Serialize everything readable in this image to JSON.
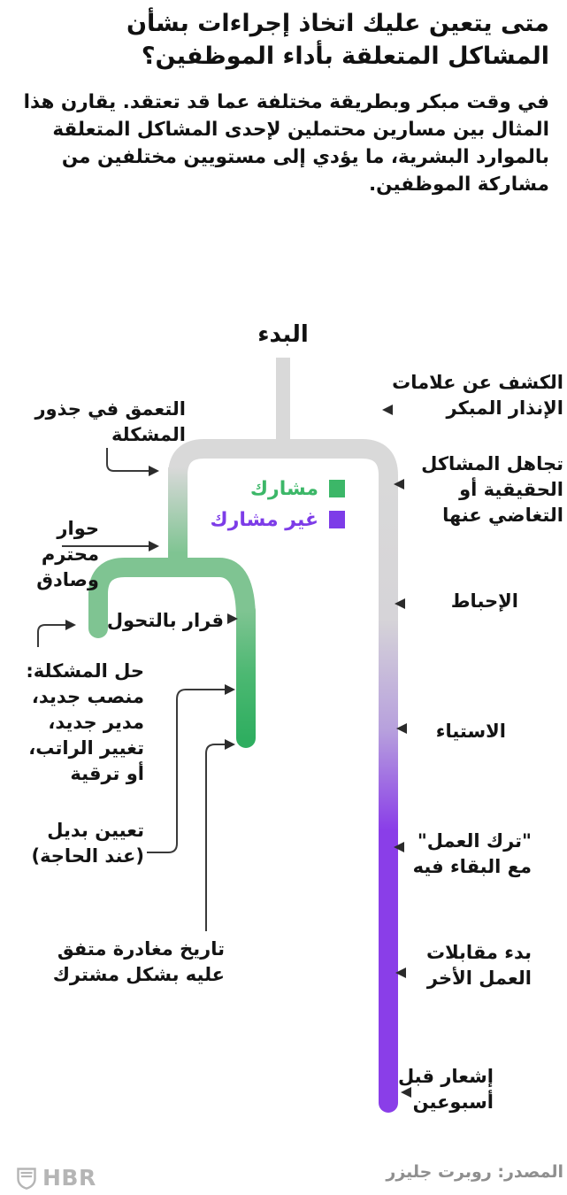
{
  "header": {
    "title": "متى يتعين عليك اتخاذ إجراءات بشأن المشاكل المتعلقة بأداء الموظفين؟",
    "intro": "في وقت مبكر وبطريقة مختلفة عما قد تعتقد. يقارن هذا المثال بين مسارين محتملين لإحدى المشاكل المتعلقة بالموارد البشرية، ما يؤدي إلى مستويين مختلفين من مشاركة الموظفين."
  },
  "diagram": {
    "start": "البدء",
    "legend": {
      "engaged": {
        "label": "مشارك",
        "color": "#3cb768"
      },
      "disengaged": {
        "label": "غير مشارك",
        "color": "#7d3ce8"
      }
    },
    "labels": {
      "discover": {
        "lines": [
          "الكشف عن علامات",
          "الإنذار المبكر"
        ]
      },
      "dig_roots": {
        "lines": [
          "التعمق في جذور",
          "المشكلة"
        ]
      },
      "ignore": {
        "lines": [
          "تجاهل المشاكل",
          "الحقيقية أو",
          "التغاضي عنها"
        ]
      },
      "dialogue": {
        "lines": [
          "حوار محترم",
          "وصادق"
        ]
      },
      "pivot": {
        "lines": [
          "قرار بالتحول"
        ]
      },
      "frustration": {
        "lines": [
          "الإحباط"
        ]
      },
      "solve": {
        "lines": [
          "حل المشكلة:",
          "منصب جديد،",
          "مدير جديد،",
          "تغيير الراتب،",
          "أو ترقية"
        ]
      },
      "resentment": {
        "lines": [
          "الاستياء"
        ]
      },
      "replacement": {
        "lines": [
          "تعيين بديل",
          "(عند الحاجة)"
        ]
      },
      "quit_stay": {
        "lines": [
          "\"ترك العمل\"",
          "مع البقاء فيه"
        ]
      },
      "departure_date": {
        "lines": [
          "تاريخ مغادرة متفق",
          "عليه بشكل مشترك"
        ]
      },
      "interviews": {
        "lines": [
          "بدء مقابلات",
          "العمل الأخر"
        ]
      },
      "notice": {
        "lines": [
          "إشعار قبل",
          "أسبوعين"
        ]
      }
    },
    "colors": {
      "neutral_line": "#d9d9d9",
      "engaged_soft": "#7fc492",
      "engaged_strong": "#2fae60",
      "disengaged_purple": "#8a3ee8",
      "pointer_dark": "#2b2b2b"
    }
  },
  "footer": {
    "source": "المصدر: روبرت جليزر",
    "brand": "HBR"
  }
}
